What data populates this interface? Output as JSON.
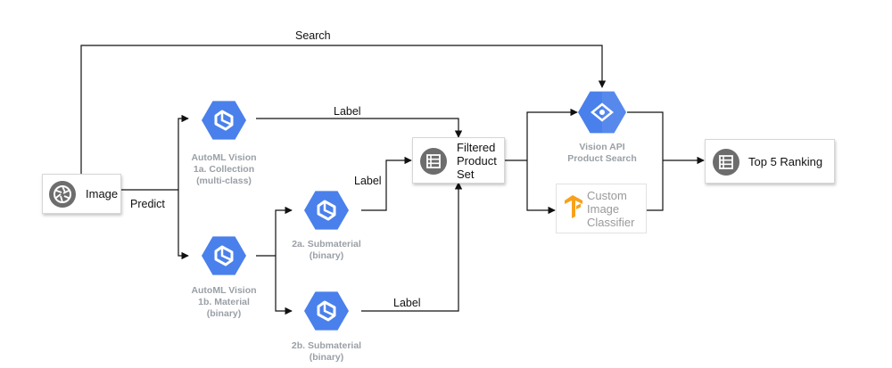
{
  "nodes": {
    "image": {
      "label": "Image",
      "icon": "camera-aperture-icon"
    },
    "automl_collection": {
      "caption": [
        "AutoML Vision",
        "1a. Collection",
        "(multi-class)"
      ],
      "icon": "automl-vision-icon"
    },
    "automl_material": {
      "caption": [
        "AutoML Vision",
        "1b. Material",
        "(binary)"
      ],
      "icon": "automl-vision-icon"
    },
    "submaterial_a": {
      "caption": [
        "2a. Submaterial",
        "(binary)"
      ],
      "icon": "automl-vision-icon"
    },
    "submaterial_b": {
      "caption": [
        "2b. Submaterial",
        "(binary)"
      ],
      "icon": "automl-vision-icon"
    },
    "filtered_product_set": {
      "label": [
        "Filtered",
        "Product",
        "Set"
      ],
      "icon": "list-icon"
    },
    "vision_api": {
      "caption": [
        "Vision API",
        "Product Search"
      ],
      "icon": "vision-api-icon"
    },
    "custom_classifier": {
      "label": [
        "Custom",
        "Image",
        "Classifier"
      ],
      "icon": "tensorflow-icon"
    },
    "top5": {
      "label": "Top 5 Ranking",
      "icon": "list-icon"
    }
  },
  "edge_labels": {
    "search": "Search",
    "predict": "Predict",
    "label_top": "Label",
    "label_mid": "Label",
    "label_bottom": "Label"
  },
  "colors": {
    "gcp_blue": "#4a80eb",
    "gcp_blue_light": "#6f9bf0",
    "icon_gray": "#6d6d6d",
    "tensorflow_orange": "#f6a21c",
    "caption_gray": "#9aa0a6",
    "edge": "#111111"
  }
}
